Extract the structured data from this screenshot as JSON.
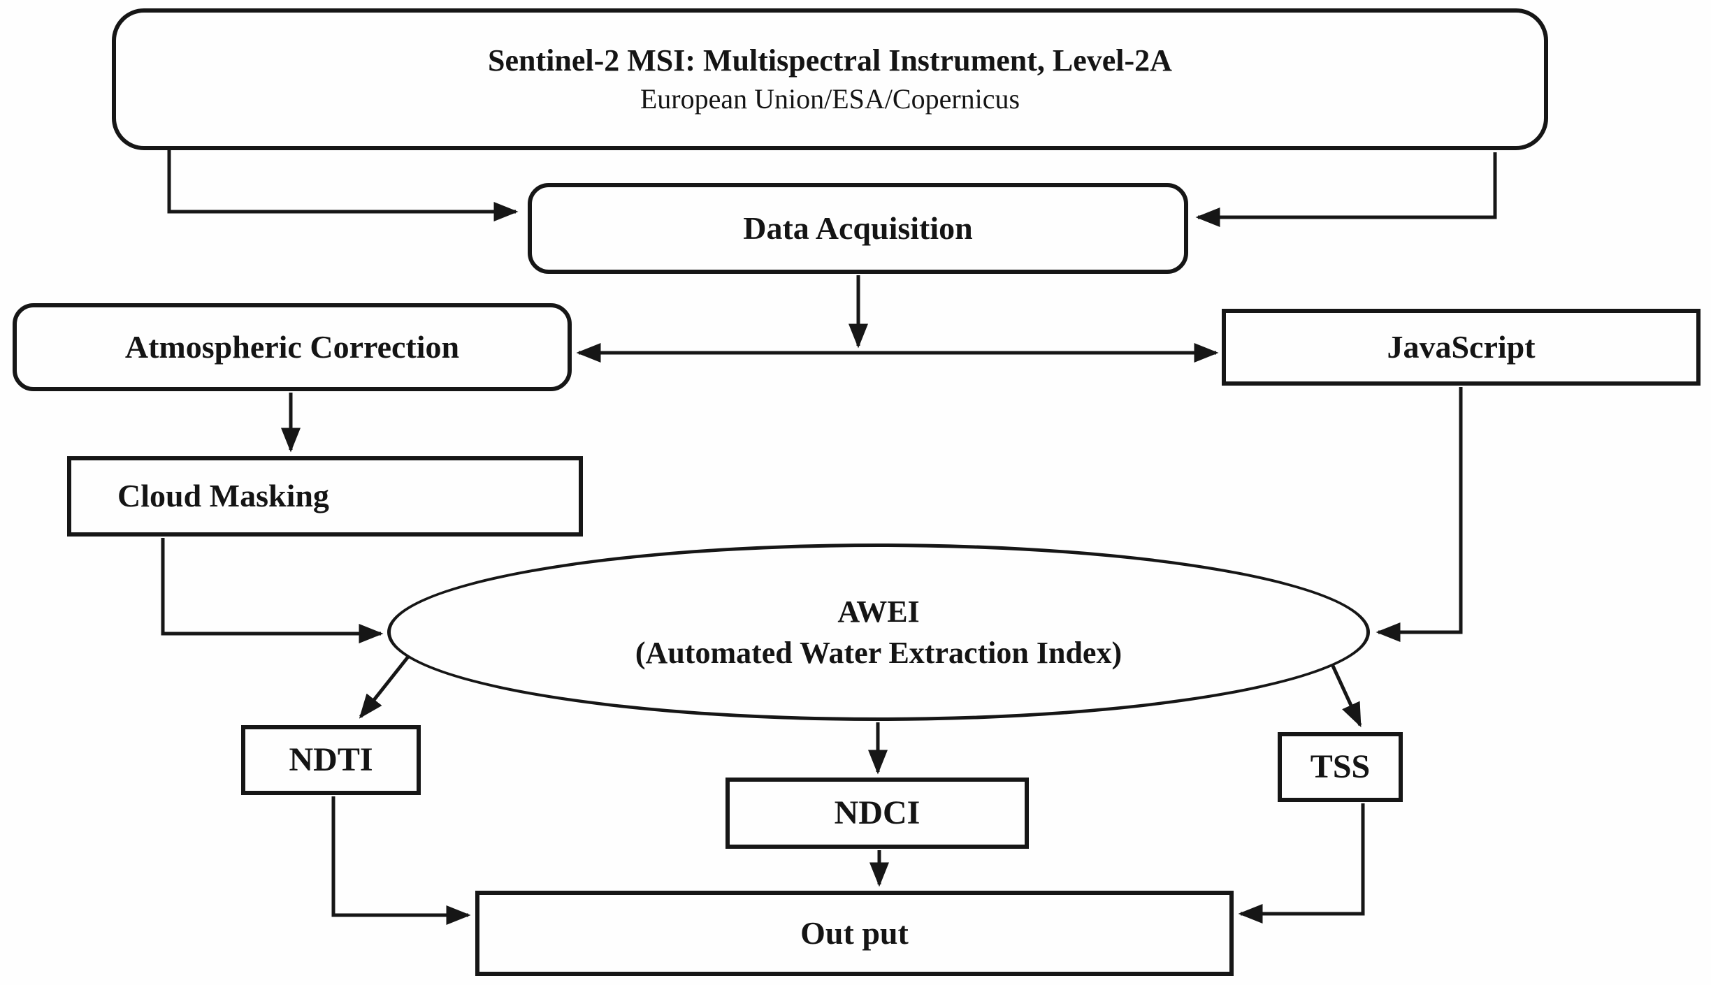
{
  "diagram_type": "flowchart",
  "colors": {
    "ink": "#161616",
    "background": "#fefefe"
  },
  "nodes": {
    "source": {
      "line1": "Sentinel-2 MSI: Multispectral Instrument, Level-2A",
      "line2": "European Union/ESA/Copernicus",
      "shape": "rounded-rectangle"
    },
    "data_acquisition": {
      "label": "Data Acquisition",
      "shape": "rounded-rectangle"
    },
    "atmospheric_correction": {
      "label": "Atmospheric Correction",
      "shape": "rounded-rectangle"
    },
    "javascript": {
      "label": "JavaScript",
      "shape": "rectangle"
    },
    "cloud_masking": {
      "label": "Cloud Masking",
      "shape": "rectangle"
    },
    "awei": {
      "line1": "AWEI",
      "line2": "(Automated Water Extraction Index)",
      "shape": "ellipse"
    },
    "ndti": {
      "label": "NDTI",
      "shape": "rectangle"
    },
    "ndci": {
      "label": "NDCI",
      "shape": "rectangle"
    },
    "tss": {
      "label": "TSS",
      "shape": "rectangle"
    },
    "output": {
      "label": "Out put",
      "shape": "rectangle"
    }
  },
  "edges": [
    {
      "from": "source",
      "to": "data_acquisition",
      "side": "left"
    },
    {
      "from": "source",
      "to": "data_acquisition",
      "side": "right"
    },
    {
      "from": "data_acquisition",
      "to": "atmospheric_correction"
    },
    {
      "from": "data_acquisition",
      "to": "javascript"
    },
    {
      "from": "atmospheric_correction",
      "to": "cloud_masking"
    },
    {
      "from": "cloud_masking",
      "to": "awei"
    },
    {
      "from": "javascript",
      "to": "awei"
    },
    {
      "from": "awei",
      "to": "ndti"
    },
    {
      "from": "awei",
      "to": "ndci"
    },
    {
      "from": "awei",
      "to": "tss"
    },
    {
      "from": "ndti",
      "to": "output"
    },
    {
      "from": "ndci",
      "to": "output"
    },
    {
      "from": "tss",
      "to": "output"
    }
  ]
}
